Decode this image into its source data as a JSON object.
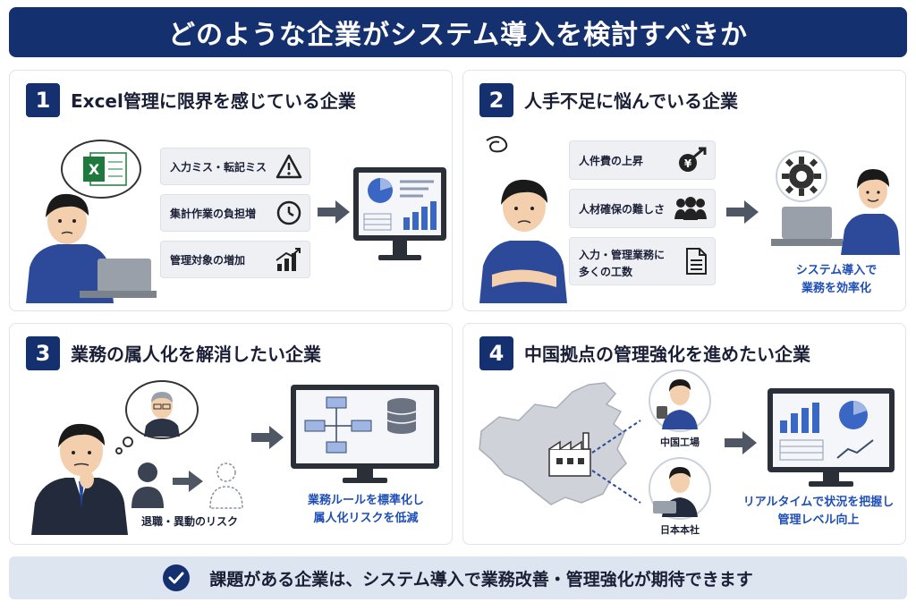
{
  "title": "どのような企業がシステム導入を検討すべきか",
  "panels": [
    {
      "number": "1",
      "title": "Excel管理に限界を感じている企業",
      "items": [
        "入力ミス・転記ミス",
        "集計作業の負担増",
        "管理対象の増加"
      ],
      "excel_label": "X"
    },
    {
      "number": "2",
      "title": "人手不足に悩んでいる企業",
      "items": [
        "人件費の上昇",
        "人材確保の難しさ",
        "入力・管理業務に",
        "多くの工数"
      ],
      "caption_line1": "システム導入で",
      "caption_line2": "業務を効率化"
    },
    {
      "number": "3",
      "title": "業務の属人化を解消したい企業",
      "risk_label": "退職・異動のリスク",
      "caption_line1": "業務ルールを標準化し",
      "caption_line2": "属人化リスクを低減"
    },
    {
      "number": "4",
      "title": "中国拠点の管理強化を進めたい企業",
      "factory_label": "中国工場",
      "hq_label": "日本本社",
      "caption_line1": "リアルタイムで状況を把握し",
      "caption_line2": "管理レベル向上"
    }
  ],
  "footer": "課題がある企業は、システム導入で業務改善・管理強化が期待できます",
  "colors": {
    "navy": "#14306e",
    "accent_blue": "#1f4fb5",
    "chart_blue": "#3a66c4"
  }
}
